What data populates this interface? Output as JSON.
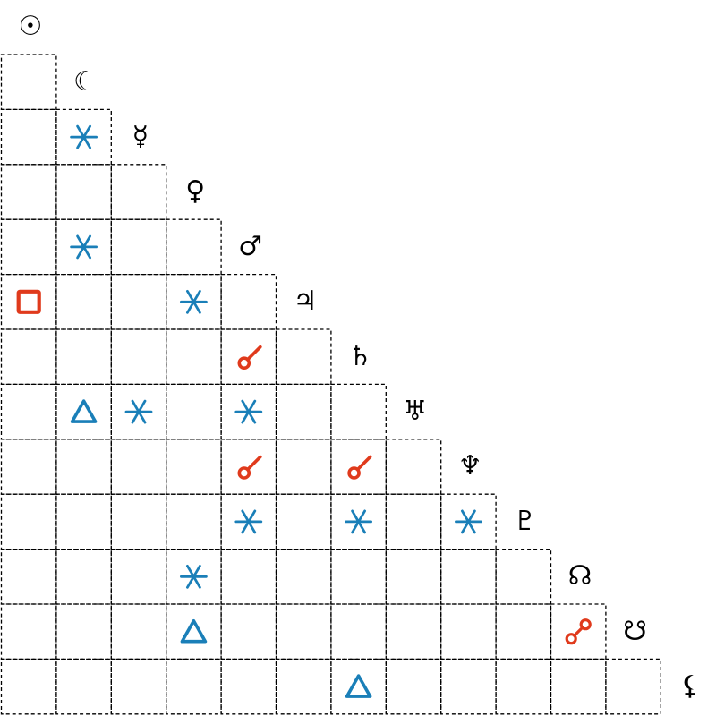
{
  "title": "Aspect Grid",
  "colors": {
    "grid_line": "#000000",
    "glyph": "#000000",
    "harmonious": "#1a7fb8",
    "challenging": "#e03a1c"
  },
  "bodies": [
    {
      "name": "Sun",
      "symbol": "☉"
    },
    {
      "name": "Moon",
      "symbol": "☾"
    },
    {
      "name": "Mercury",
      "symbol": "☿"
    },
    {
      "name": "Venus",
      "symbol": "♀"
    },
    {
      "name": "Mars",
      "symbol": "♂"
    },
    {
      "name": "Jupiter",
      "symbol": "♃"
    },
    {
      "name": "Saturn",
      "symbol": "♄"
    },
    {
      "name": "Uranus",
      "symbol": "♅"
    },
    {
      "name": "Neptune",
      "symbol": "♆"
    },
    {
      "name": "Pluto",
      "symbol": "♇"
    },
    {
      "name": "North Node",
      "symbol": "☊"
    },
    {
      "name": "South Node",
      "symbol": "☋"
    },
    {
      "name": "Lilith",
      "symbol": "⚸"
    }
  ],
  "aspect_types": {
    "sextile": {
      "icon": "sextile-icon",
      "color": "harmonious"
    },
    "trine": {
      "icon": "trine-icon",
      "color": "harmonious"
    },
    "square": {
      "icon": "square-icon",
      "color": "challenging"
    },
    "conjunction": {
      "icon": "conjunction-icon",
      "color": "challenging"
    },
    "opposition": {
      "icon": "opposition-icon",
      "color": "challenging"
    }
  },
  "aspects": [
    {
      "row": 2,
      "col": 1,
      "type": "sextile"
    },
    {
      "row": 4,
      "col": 1,
      "type": "sextile"
    },
    {
      "row": 5,
      "col": 0,
      "type": "square"
    },
    {
      "row": 5,
      "col": 3,
      "type": "sextile"
    },
    {
      "row": 6,
      "col": 4,
      "type": "conjunction"
    },
    {
      "row": 7,
      "col": 1,
      "type": "trine"
    },
    {
      "row": 7,
      "col": 2,
      "type": "sextile"
    },
    {
      "row": 7,
      "col": 4,
      "type": "sextile"
    },
    {
      "row": 8,
      "col": 4,
      "type": "conjunction"
    },
    {
      "row": 8,
      "col": 6,
      "type": "conjunction"
    },
    {
      "row": 9,
      "col": 4,
      "type": "sextile"
    },
    {
      "row": 9,
      "col": 6,
      "type": "sextile"
    },
    {
      "row": 9,
      "col": 8,
      "type": "sextile"
    },
    {
      "row": 10,
      "col": 3,
      "type": "sextile"
    },
    {
      "row": 11,
      "col": 3,
      "type": "trine"
    },
    {
      "row": 11,
      "col": 10,
      "type": "opposition"
    },
    {
      "row": 12,
      "col": 6,
      "type": "trine"
    }
  ]
}
